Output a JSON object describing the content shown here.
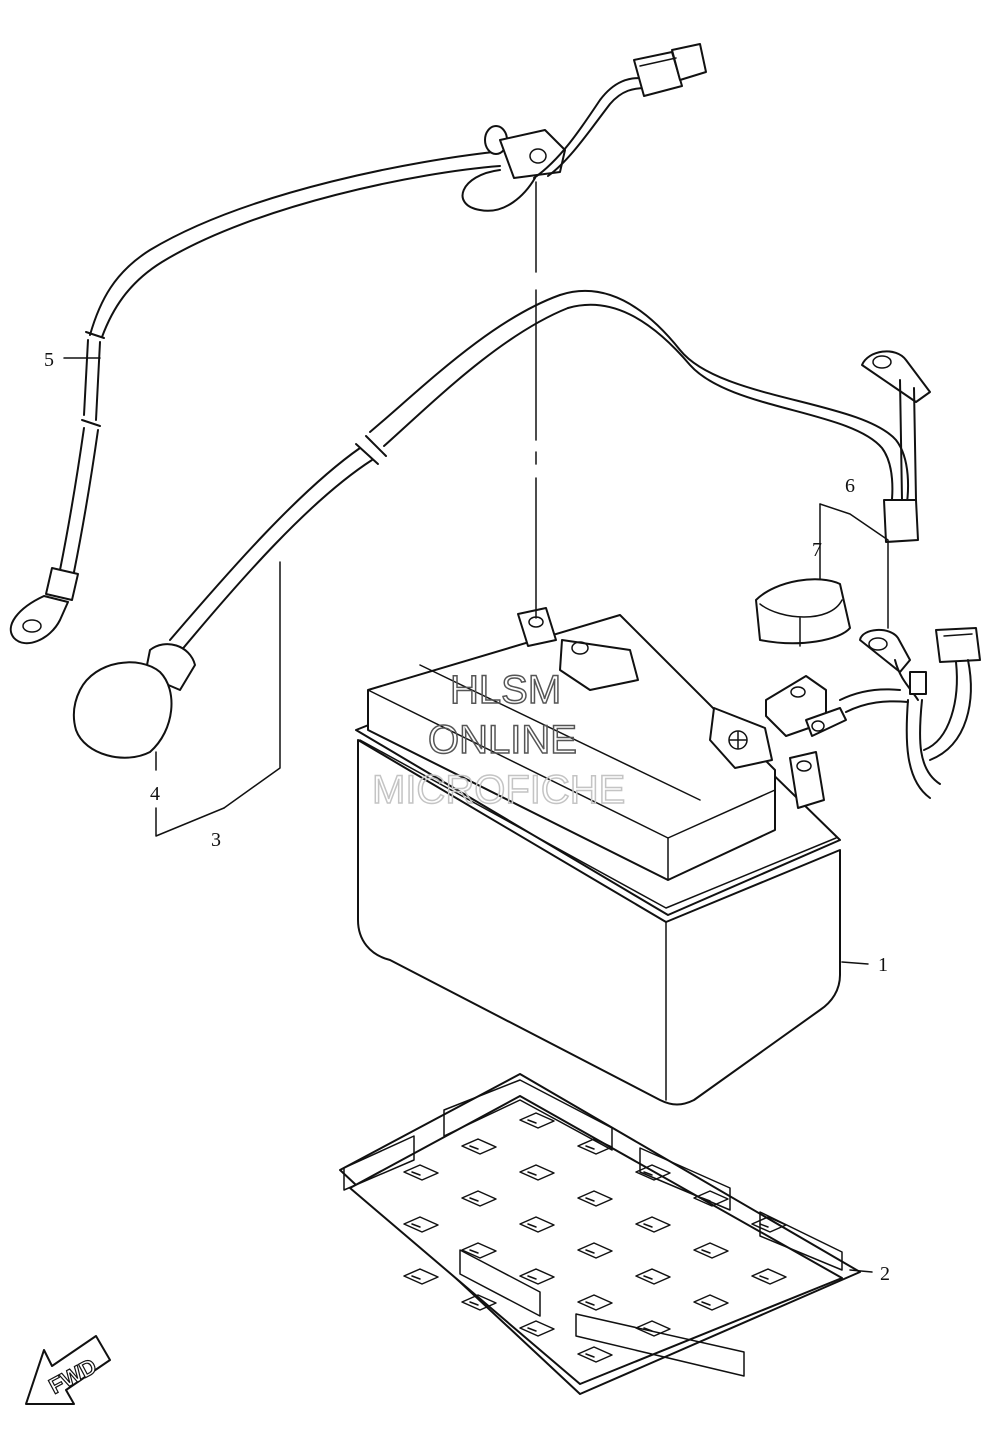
{
  "callouts": {
    "c1": "1",
    "c2": "2",
    "c3": "3",
    "c4": "4",
    "c5": "5",
    "c6": "6",
    "c7": "7"
  },
  "watermark": {
    "line1": "HLSM",
    "line2": "ONLINE",
    "line3": "MICROFICHE"
  },
  "direction": {
    "label": "FWD",
    "icon": "arrow-left-down-icon"
  }
}
